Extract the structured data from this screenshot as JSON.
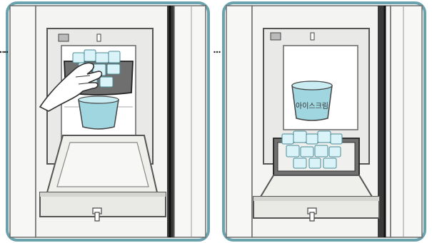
{
  "panels": [
    {
      "step": "left",
      "label": ""
    },
    {
      "step": "right",
      "cup_label": "아이스크림"
    }
  ],
  "colors": {
    "frame": "#6aa3ad",
    "ice": "#c9ecf3",
    "cup": "#9fd6df",
    "door": "#efefec",
    "steel": "#8a8a8a"
  }
}
